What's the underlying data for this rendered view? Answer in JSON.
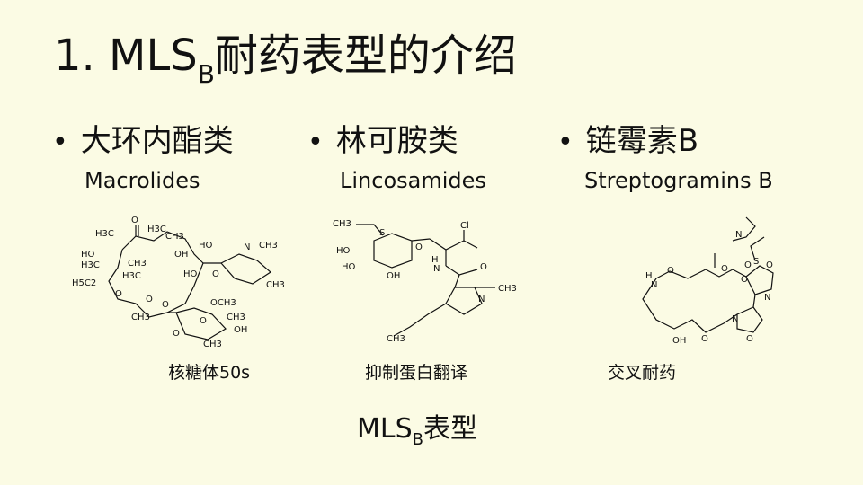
{
  "slide": {
    "title_prefix": "1. MLS",
    "title_sub": "B",
    "title_suffix": "耐药表型的介绍",
    "bullet_glyph": "•",
    "columns": [
      {
        "zh": "大环内酯类",
        "en": "Macrolides"
      },
      {
        "zh": "林可胺类",
        "en": "Lincosamides"
      },
      {
        "zh": "链霉素B",
        "en": "Streptogramins B"
      }
    ],
    "captions": [
      "核糖体50s",
      "抑制蛋白翻译",
      "交叉耐药"
    ],
    "footer_prefix": "MLS",
    "footer_sub": "B",
    "footer_suffix": "表型"
  },
  "molecules": {
    "macrolide": [
      "O",
      "H3C",
      "HO",
      "OH",
      "CH3",
      "H3C",
      "HO",
      "H3C",
      "N",
      "CH3",
      "HO",
      "O",
      "CH3",
      "H5C2",
      "O",
      "O",
      "CH3",
      "O",
      "O",
      "OCH3",
      "CH3",
      "OH",
      "O",
      "CH3",
      "CH3",
      "H3C"
    ],
    "lincosamide": [
      "CH3",
      "S",
      "HO",
      "O",
      "HO",
      "OH",
      "H",
      "N",
      "Cl",
      "O",
      "N",
      "CH3",
      "CH3"
    ],
    "streptogramin": [
      "N",
      "S",
      "O",
      "O",
      "N",
      "O",
      "O",
      "H",
      "O",
      "N",
      "OH",
      "O",
      "N",
      "O"
    ]
  }
}
